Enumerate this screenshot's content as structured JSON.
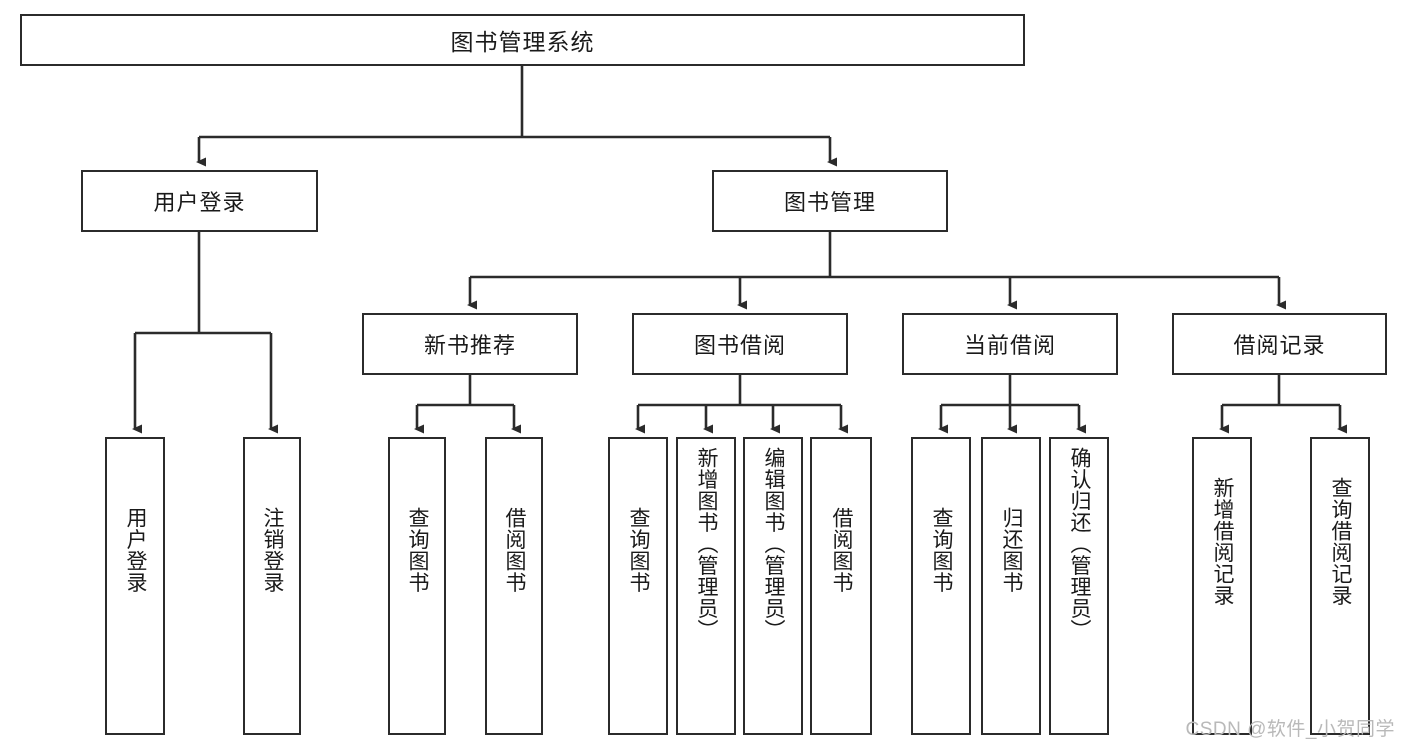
{
  "diagram": {
    "title_node": {
      "label": "图书管理系统"
    },
    "level2": [
      {
        "id": "user-login",
        "label": "用户登录"
      },
      {
        "id": "book-manage",
        "label": "图书管理"
      }
    ],
    "level3": [
      {
        "id": "new-book-rec",
        "label": "新书推荐"
      },
      {
        "id": "book-borrow",
        "label": "图书借阅"
      },
      {
        "id": "current-borrow",
        "label": "当前借阅"
      },
      {
        "id": "borrow-record",
        "label": "借阅记录"
      }
    ],
    "leaves": [
      {
        "id": "leaf-user-login",
        "label": "用户登录"
      },
      {
        "id": "leaf-logout",
        "label": "注销登录"
      },
      {
        "id": "leaf-query-book-1",
        "label": "查询图书"
      },
      {
        "id": "leaf-borrow-book-1",
        "label": "借阅图书"
      },
      {
        "id": "leaf-query-book-2",
        "label": "查询图书"
      },
      {
        "id": "leaf-add-book",
        "label": "新增图书（管理员）"
      },
      {
        "id": "leaf-edit-book",
        "label": "编辑图书（管理员）"
      },
      {
        "id": "leaf-borrow-book-2",
        "label": "借阅图书"
      },
      {
        "id": "leaf-query-book-3",
        "label": "查询图书"
      },
      {
        "id": "leaf-return-book",
        "label": "归还图书"
      },
      {
        "id": "leaf-confirm-return",
        "label": "确认归还（管理员）"
      },
      {
        "id": "leaf-add-record",
        "label": "新增借阅记录"
      },
      {
        "id": "leaf-query-record",
        "label": "查询借阅记录"
      }
    ]
  },
  "watermark": {
    "text": "CSDN @软件_小贺同学"
  },
  "colors": {
    "stroke": "#2b2b2b",
    "background": "#ffffff",
    "text": "#1a1a1a",
    "watermark": "#b9b9b9"
  }
}
